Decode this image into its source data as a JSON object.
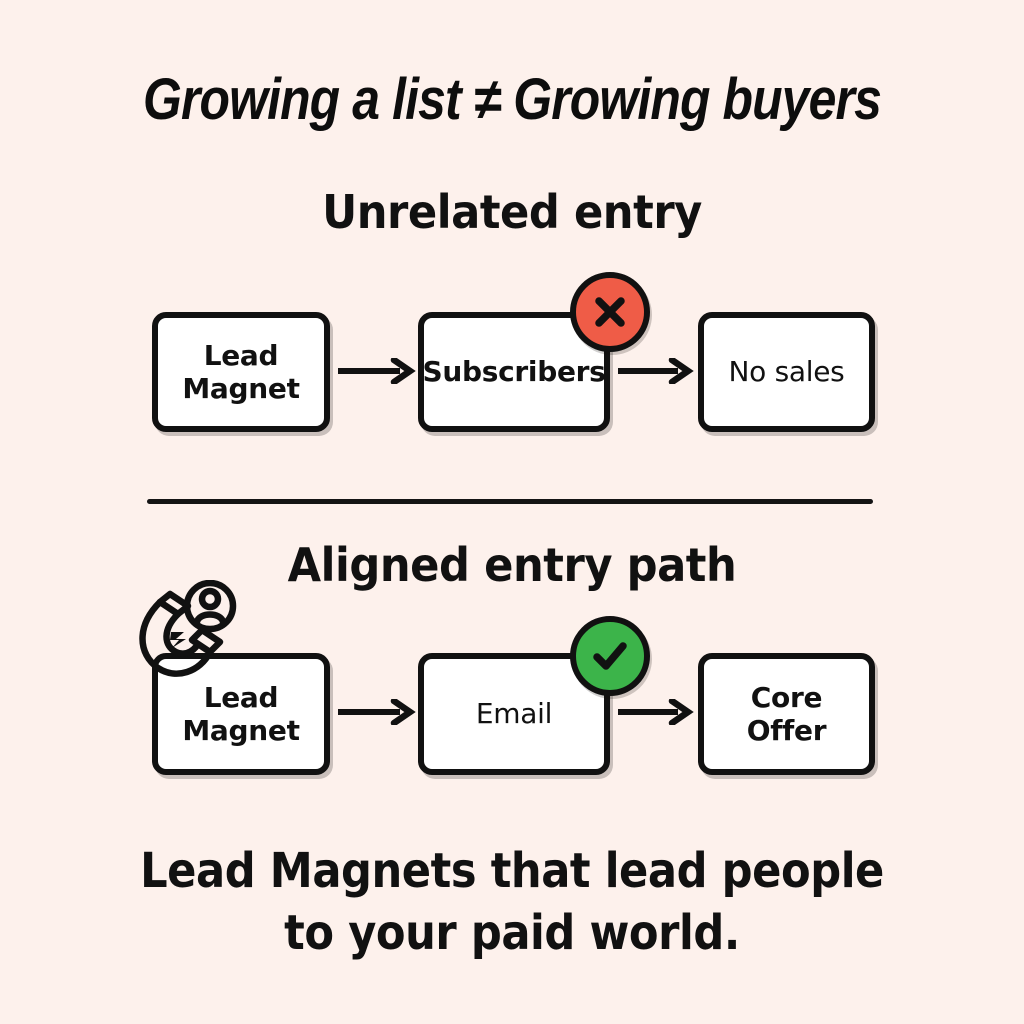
{
  "theme": {
    "background": "#fdf1ec",
    "ink": "#111111",
    "node_fill": "#ffffff",
    "fail_color": "#ef5c47",
    "success_color": "#3cb44a"
  },
  "title": "Growing a list ≠ Growing buyers",
  "sections": [
    {
      "heading": "Unrelated entry",
      "nodes": [
        {
          "label": "Lead\nMagnet"
        },
        {
          "label": "Subscribers"
        },
        {
          "label": "No sales"
        }
      ],
      "badge": {
        "icon": "cross-icon",
        "color": "#ef5c47"
      }
    },
    {
      "heading": "Aligned entry path",
      "nodes": [
        {
          "label": "Lead\nMagnet"
        },
        {
          "label": "Email"
        },
        {
          "label": "Core\nOffer"
        }
      ],
      "badge": {
        "icon": "check-icon",
        "color": "#3cb44a"
      },
      "decoration": {
        "icon": "magnet-with-person-icon"
      }
    }
  ],
  "arrows": {
    "icon": "arrow-right-icon",
    "count_per_row": 2
  },
  "divider": {
    "icon": "horizontal-rule"
  },
  "caption": "Lead Magnets that lead people\nto your paid world."
}
